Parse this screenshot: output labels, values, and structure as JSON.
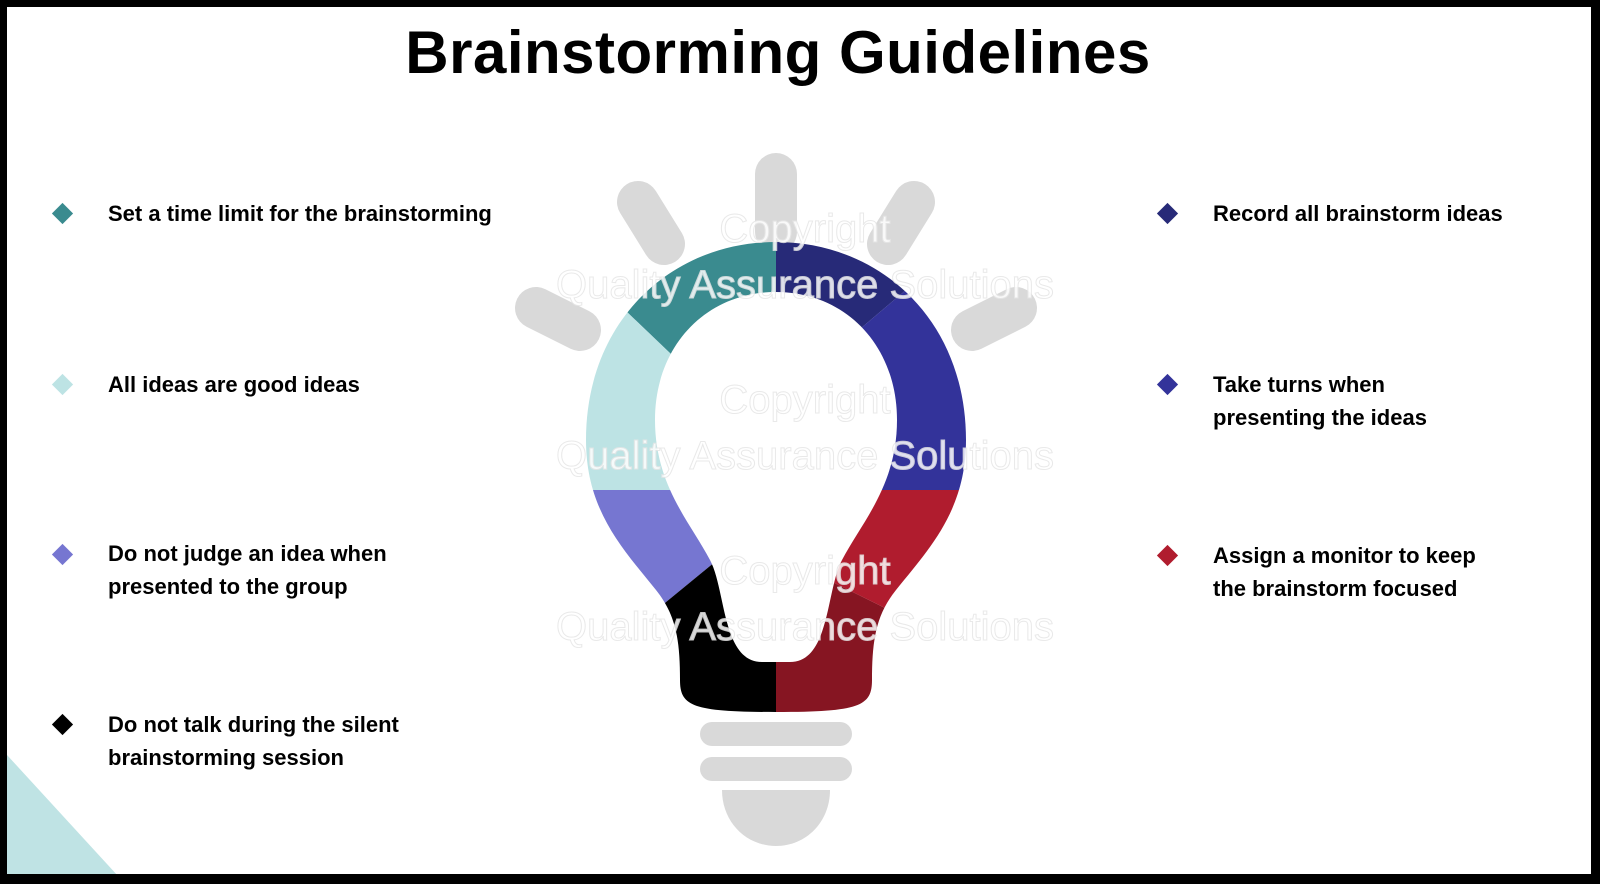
{
  "title": "Brainstorming Guidelines",
  "left_items": [
    {
      "lines": [
        "Set a time limit for the brainstorming"
      ],
      "color": "#3a8b8f"
    },
    {
      "lines": [
        "All ideas are good ideas"
      ],
      "color": "#bde3e4"
    },
    {
      "lines": [
        "Do not judge an idea when",
        "presented to the group"
      ],
      "color": "#7676d1"
    },
    {
      "lines": [
        "Do not talk during the silent",
        "brainstorming session"
      ],
      "color": "#000000"
    }
  ],
  "right_items": [
    {
      "lines": [
        "Record all brainstorm ideas"
      ],
      "color": "#272a78"
    },
    {
      "lines": [
        "Take turns when",
        "presenting the ideas"
      ],
      "color": "#33339a"
    },
    {
      "lines": [
        "Assign a monitor to keep",
        "the brainstorm focused"
      ],
      "color": "#b01c2e"
    }
  ],
  "bulb_colors": {
    "teal": "#3a8b8f",
    "light_teal": "#bde3e4",
    "purple": "#7676d1",
    "black": "#000000",
    "navy": "#272a78",
    "blue": "#33339a",
    "red": "#b01c2e",
    "dark_red": "#861522",
    "gray": "#d9d9d9"
  },
  "watermark": {
    "line1": "Copyright",
    "line2": "Quality Assurance Solutions"
  }
}
